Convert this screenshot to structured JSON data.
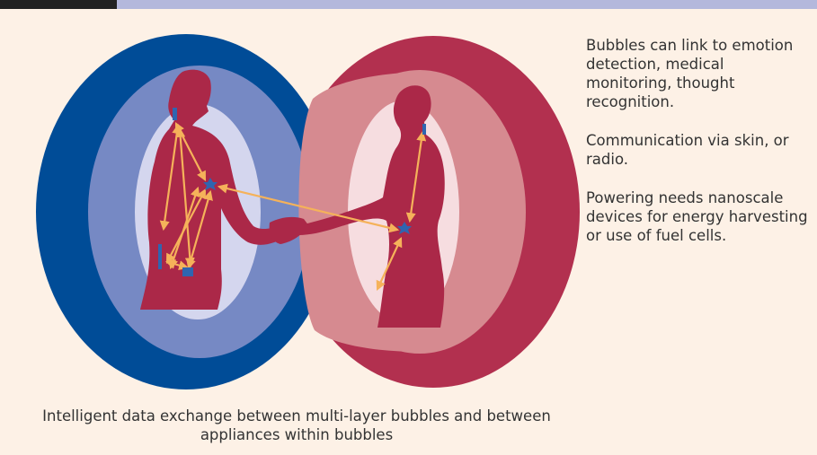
{
  "header": {
    "accent_dark": "#222222",
    "accent_light": "#b4b8dc"
  },
  "diagram": {
    "left_bubble": {
      "outer_color": "#004c97",
      "middle_color": "#7689c4",
      "inner_color": "#d4d6ee"
    },
    "right_bubble": {
      "outer_color": "#b2304f",
      "middle_color": "#d68a90",
      "inner_color": "#f6dde0"
    },
    "figure_color": "#ab2848",
    "arrow_color": "#f5b25a",
    "device_color": "#2f65b0",
    "figures": [
      "man-silhouette",
      "woman-silhouette"
    ],
    "icons": [
      "device-star-icon",
      "device-square-icon",
      "device-bar-icon"
    ]
  },
  "notes": [
    "Bubbles can link to emotion detection, medical monitoring, thought recognition.",
    "Communication via skin, or radio.",
    "Powering needs nanoscale devices for energy harvesting or use of fuel cells."
  ],
  "caption": "Intelligent data exchange between multi-layer bubbles and between appliances within bubbles"
}
